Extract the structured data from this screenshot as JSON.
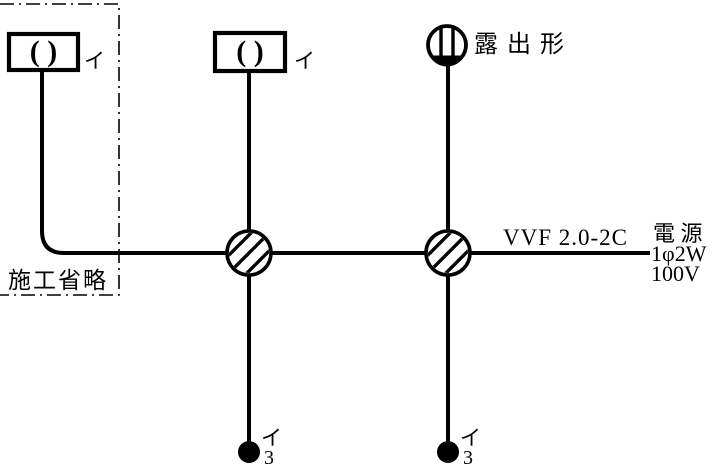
{
  "colors": {
    "ink": "#000000",
    "paper": "#ffffff"
  },
  "diagram": {
    "symbol_glyphs": {
      "hook_ceiling": "( )"
    },
    "omitted_section": {
      "label": "施工省略"
    },
    "lamps": {
      "left_mark": "イ",
      "center_mark": "イ"
    },
    "outlet": {
      "type_label": "露出形"
    },
    "feed": {
      "cable_label": "VVF 2.0-2C",
      "source_line1": "電 源",
      "source_line2": "1φ2W",
      "source_line3": "100V"
    },
    "switches": {
      "left": {
        "mark": "イ",
        "ways": "3"
      },
      "right": {
        "mark": "イ",
        "ways": "3"
      }
    }
  }
}
